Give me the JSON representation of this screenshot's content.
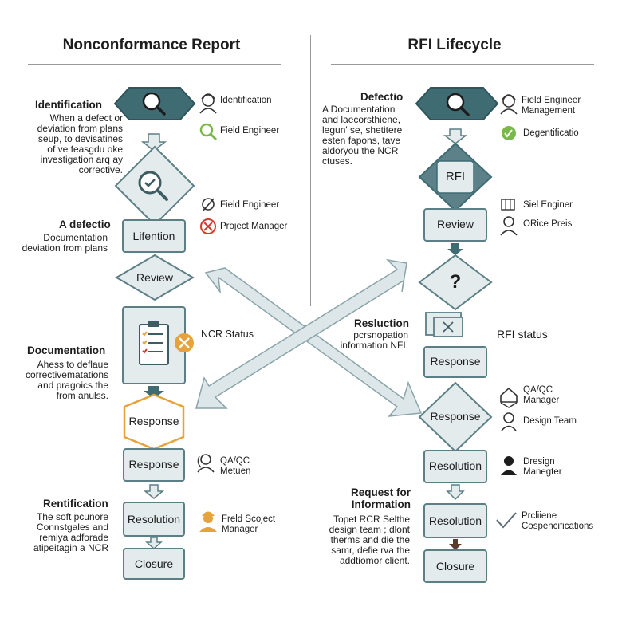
{
  "left": {
    "title": "Nonconformance Report",
    "ident_heading": "Identification",
    "ident_text": [
      "When a defect or",
      "deviation from plans",
      "seup, to devisatines",
      "of ve feasgdu oke",
      "investigation arq ay",
      "corrective."
    ],
    "defect_heading": "A defectio",
    "defect_text": [
      "Documentation",
      "deviation from plans"
    ],
    "doc_heading": "Documentation",
    "doc_text": [
      "Ahess to deflaue",
      "correctivematations",
      "and pragoics the",
      "from anulss."
    ],
    "rect_heading": "Rentification",
    "rect_text": [
      "The soft pcunore",
      "Connstgales and",
      "remiya adforade",
      "atipeitagin a NCR"
    ],
    "nodes": {
      "lifention": "Lifention",
      "review": "Review",
      "response_hex": "Response",
      "response": "Response",
      "resolution": "Resolution",
      "closure": "Closure"
    },
    "roles": {
      "identification": "Identification",
      "field_engineer_1": "Field Engineer",
      "field_engineer_2": "Field Engineer",
      "project_manager": "Project Manager",
      "ncr_status": "NCR Status",
      "qaqc": [
        "QA/QC",
        "Metuen"
      ],
      "field_project_manager": [
        "Freld Scoject",
        "Manager"
      ]
    }
  },
  "right": {
    "title": "RFI Lifecycle",
    "defect_heading": "Defectio",
    "defect_text": [
      "A Documentation",
      "and laecorsthiene,",
      "legun' se, shetitere",
      "esten fapons, tave",
      "aldoryou the NCR",
      "ctuses."
    ],
    "resolution_heading": "Resluction",
    "resolution_text": [
      "pcrsnopation",
      "information NFI."
    ],
    "rfi_status": "RFI status",
    "request_heading": [
      "Request for",
      "Information"
    ],
    "request_text": [
      "Topet RCR Selthe",
      "design team ; dlont",
      "therms and die the",
      "samr, defie rva the",
      "addtiomor client."
    ],
    "nodes": {
      "rfi": "RFI",
      "review": "Review",
      "question": "?",
      "response_rect": "Response",
      "response_diamond": "Response",
      "resolution_1": "Resolution",
      "resolution_2": "Resolution",
      "closure": "Closure"
    },
    "roles": {
      "field_engineer_mgmt": [
        "Field Engineer",
        "Management"
      ],
      "degentificatio": "Degentificatio",
      "siel_engineer": "Siel Enginer",
      "orice_preis": "ORice Preis",
      "qaqc_manager": [
        "QA/QC",
        "Manager"
      ],
      "design_team": "Design Team",
      "design_manager": [
        "Dresign",
        "Manegter"
      ],
      "specifications": [
        "Prcliiene",
        "Cospencifications"
      ]
    }
  },
  "colors": {
    "node_fill": "#e3ebec",
    "node_stroke": "#5c7f86",
    "dark_teal": "#3f6b73",
    "arrow_fill": "#dde6e9",
    "orange": "#e8a23a",
    "red": "#d33a2c",
    "green": "#79b84a"
  }
}
